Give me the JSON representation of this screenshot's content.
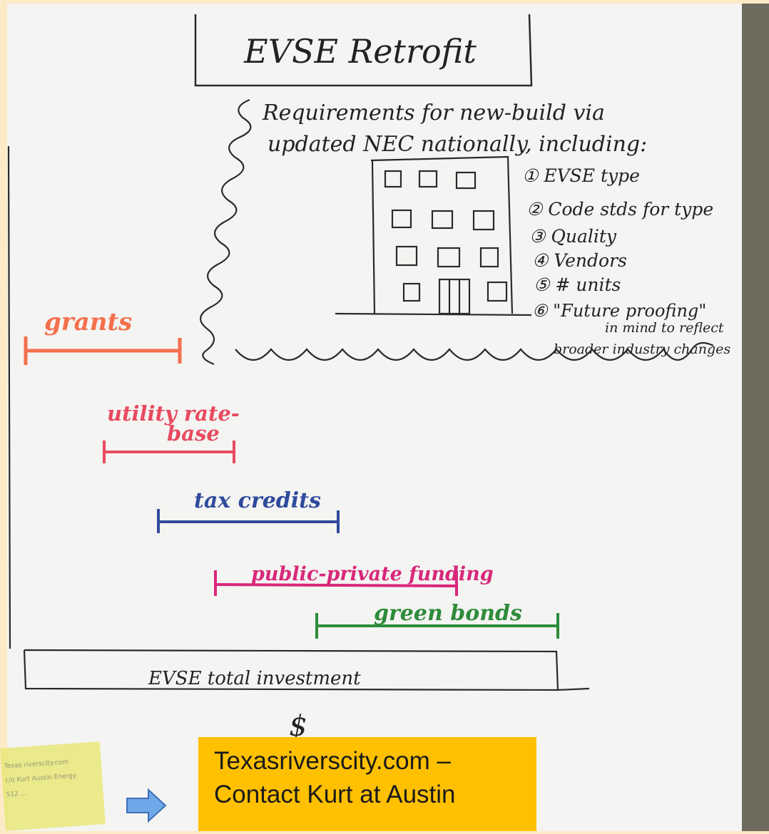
{
  "title": "EVSE Retrofit",
  "requirements": {
    "line1": "Requirements for new-build via",
    "line2": "updated NEC nationally, including:",
    "items": [
      "① EVSE type",
      "② Code stds for type",
      "③ Quality",
      "④ Vendors",
      "⑤ # units",
      "⑥ \"Future proofing\""
    ],
    "item6_cont1": "in mind to reflect",
    "item6_cont2": "broader industry changes"
  },
  "funding_bars": [
    {
      "label": "grants",
      "color": "#f4704c"
    },
    {
      "label": "utility rate-",
      "label2": "base",
      "color": "#e84a5f"
    },
    {
      "label": "tax credits",
      "color": "#2f4a9c"
    },
    {
      "label": "public-private funding",
      "color": "#d8287a"
    },
    {
      "label": "green bonds",
      "color": "#2e8b3a"
    }
  ],
  "total_label": "EVSE total investment",
  "currency_symbol": "$",
  "sticky_note": {
    "line1": "Texas riverscity.com",
    "line2": "c/o Kurt Austin Energy",
    "line3": "512 ..."
  },
  "callout": {
    "line1": "Texasriverscity.com –",
    "line2": "Contact Kurt at Austin"
  },
  "icons": {
    "arrow": "arrow-right-icon"
  }
}
